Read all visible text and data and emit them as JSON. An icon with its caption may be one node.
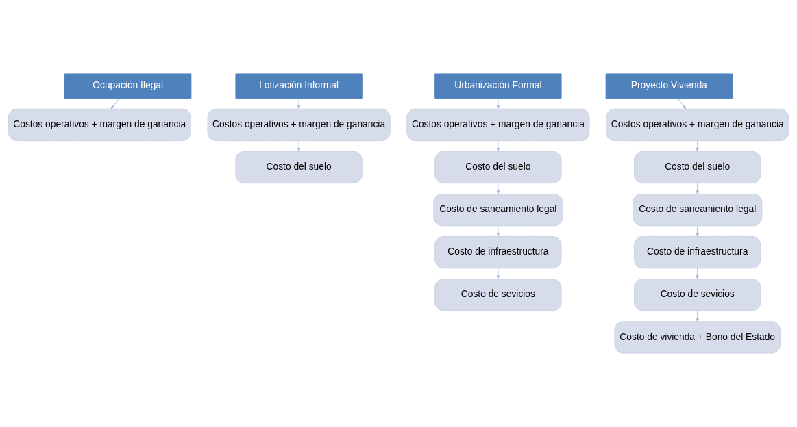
{
  "diagram": {
    "nodes": [
      {
        "text": [
          "Ocupación Ilegal"
        ]
      },
      {
        "text": [
          "Costos operativos + margen de ganancia"
        ]
      },
      {
        "text": [
          "Lotización Informal"
        ]
      },
      {
        "text": [
          "Costos operativos + margen de ganancia"
        ]
      },
      {
        "text": [
          "Costo del suelo"
        ]
      },
      {
        "text": [
          "Urbanización Formal"
        ]
      },
      {
        "text": [
          "Costos operativos + margen de ganancia"
        ]
      },
      {
        "text": [
          "Costo del suelo"
        ]
      },
      {
        "text": [
          "Costo de saneamiento legal"
        ]
      },
      {
        "text": [
          "Costo de infraestructura"
        ]
      },
      {
        "text": [
          "Costo de sevicios"
        ]
      },
      {
        "text": [
          "Proyecto Vivienda"
        ]
      },
      {
        "text": [
          "Costos operativos + margen de ganancia"
        ]
      },
      {
        "text": [
          "Costo del suelo"
        ]
      },
      {
        "text": [
          "Costo de saneamiento legal"
        ]
      },
      {
        "text": [
          "Costo de infraestructura"
        ]
      },
      {
        "text": [
          "Costo de sevicios"
        ]
      },
      {
        "text": [
          "Costo de vivienda + Bono del Estado"
        ]
      }
    ],
    "edges": [
      {
        "from": 0,
        "to": 1,
        "arrow": "to"
      },
      {
        "from": 2,
        "to": 3,
        "arrow": "to"
      },
      {
        "from": 3,
        "to": 4,
        "arrow": "to"
      },
      {
        "from": 5,
        "to": 6,
        "arrow": "to"
      },
      {
        "from": 6,
        "to": 7,
        "arrow": "to"
      },
      {
        "from": 7,
        "to": 8,
        "arrow": "to"
      },
      {
        "from": 8,
        "to": 9,
        "arrow": "to"
      },
      {
        "from": 9,
        "to": 10,
        "arrow": "to"
      },
      {
        "from": 11,
        "to": 12,
        "arrow": "to"
      },
      {
        "from": 12,
        "to": 13,
        "arrow": "to"
      },
      {
        "from": 13,
        "to": 14,
        "arrow": "to"
      },
      {
        "from": 14,
        "to": 15,
        "arrow": "to"
      },
      {
        "from": 15,
        "to": 16,
        "arrow": "to"
      },
      {
        "from": 16,
        "to": 17,
        "arrow": "to"
      }
    ]
  }
}
